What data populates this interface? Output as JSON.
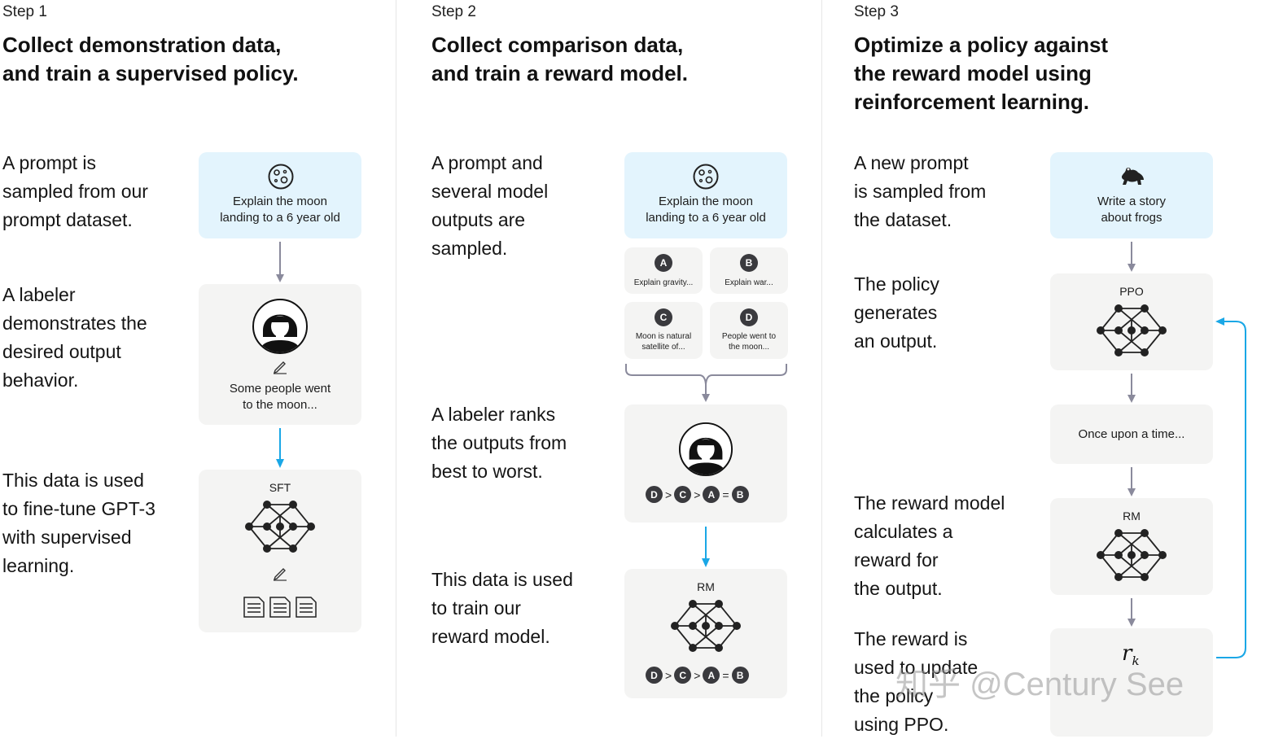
{
  "steps": [
    {
      "label": "Step 1",
      "title": "Collect demonstration data,\nand train a supervised policy.",
      "descriptions": [
        "A prompt is\nsampled from our\nprompt dataset.",
        "A labeler\ndemonstrates the\ndesired output\nbehavior.",
        "This data is used\nto fine-tune GPT-3\nwith supervised\nlearning."
      ],
      "prompt_text": "Explain the moon\nlanding to a 6 year old",
      "demo_text": "Some people went\nto the moon...",
      "model_label": "SFT"
    },
    {
      "label": "Step 2",
      "title": "Collect comparison data,\nand train a reward model.",
      "descriptions": [
        "A prompt and\nseveral model\noutputs are\nsampled.",
        "A labeler ranks\nthe outputs from\nbest to worst.",
        "This data is used\nto train our\nreward model."
      ],
      "prompt_text": "Explain the moon\nlanding to a 6 year old",
      "outputs": [
        {
          "badge": "A",
          "text": "Explain gravity..."
        },
        {
          "badge": "B",
          "text": "Explain war..."
        },
        {
          "badge": "C",
          "text": "Moon is natural\nsatellite of..."
        },
        {
          "badge": "D",
          "text": "People went to\nthe moon..."
        }
      ],
      "ranking": [
        "D",
        ">",
        "C",
        ">",
        "A",
        "=",
        "B"
      ],
      "model_label": "RM"
    },
    {
      "label": "Step 3",
      "title": "Optimize a policy against\nthe reward model using\nreinforcement learning.",
      "descriptions": [
        "A new prompt\nis sampled from\nthe dataset.",
        "The policy\ngenerates\nan output.",
        "The reward model\ncalculates a\nreward for\nthe output.",
        "The reward is\nused to update\nthe policy\nusing PPO."
      ],
      "prompt_text": "Write a story\nabout frogs",
      "policy_label": "PPO",
      "output_text": "Once upon a time...",
      "rm_label": "RM",
      "reward_symbol": "r",
      "reward_subscript": "k"
    }
  ],
  "watermark": "知乎 @Century See",
  "colors": {
    "blue_card": "#e3f4fd",
    "gray_card": "#f4f4f3",
    "arrow_gray": "#8a8a9c",
    "arrow_blue": "#1aa7e6",
    "badge": "#3a3a3e"
  },
  "icons": [
    "moon-icon",
    "labeler-avatar-icon",
    "pencil-icon",
    "neural-net-icon",
    "document-icon",
    "frog-icon",
    "bracket-icon"
  ]
}
